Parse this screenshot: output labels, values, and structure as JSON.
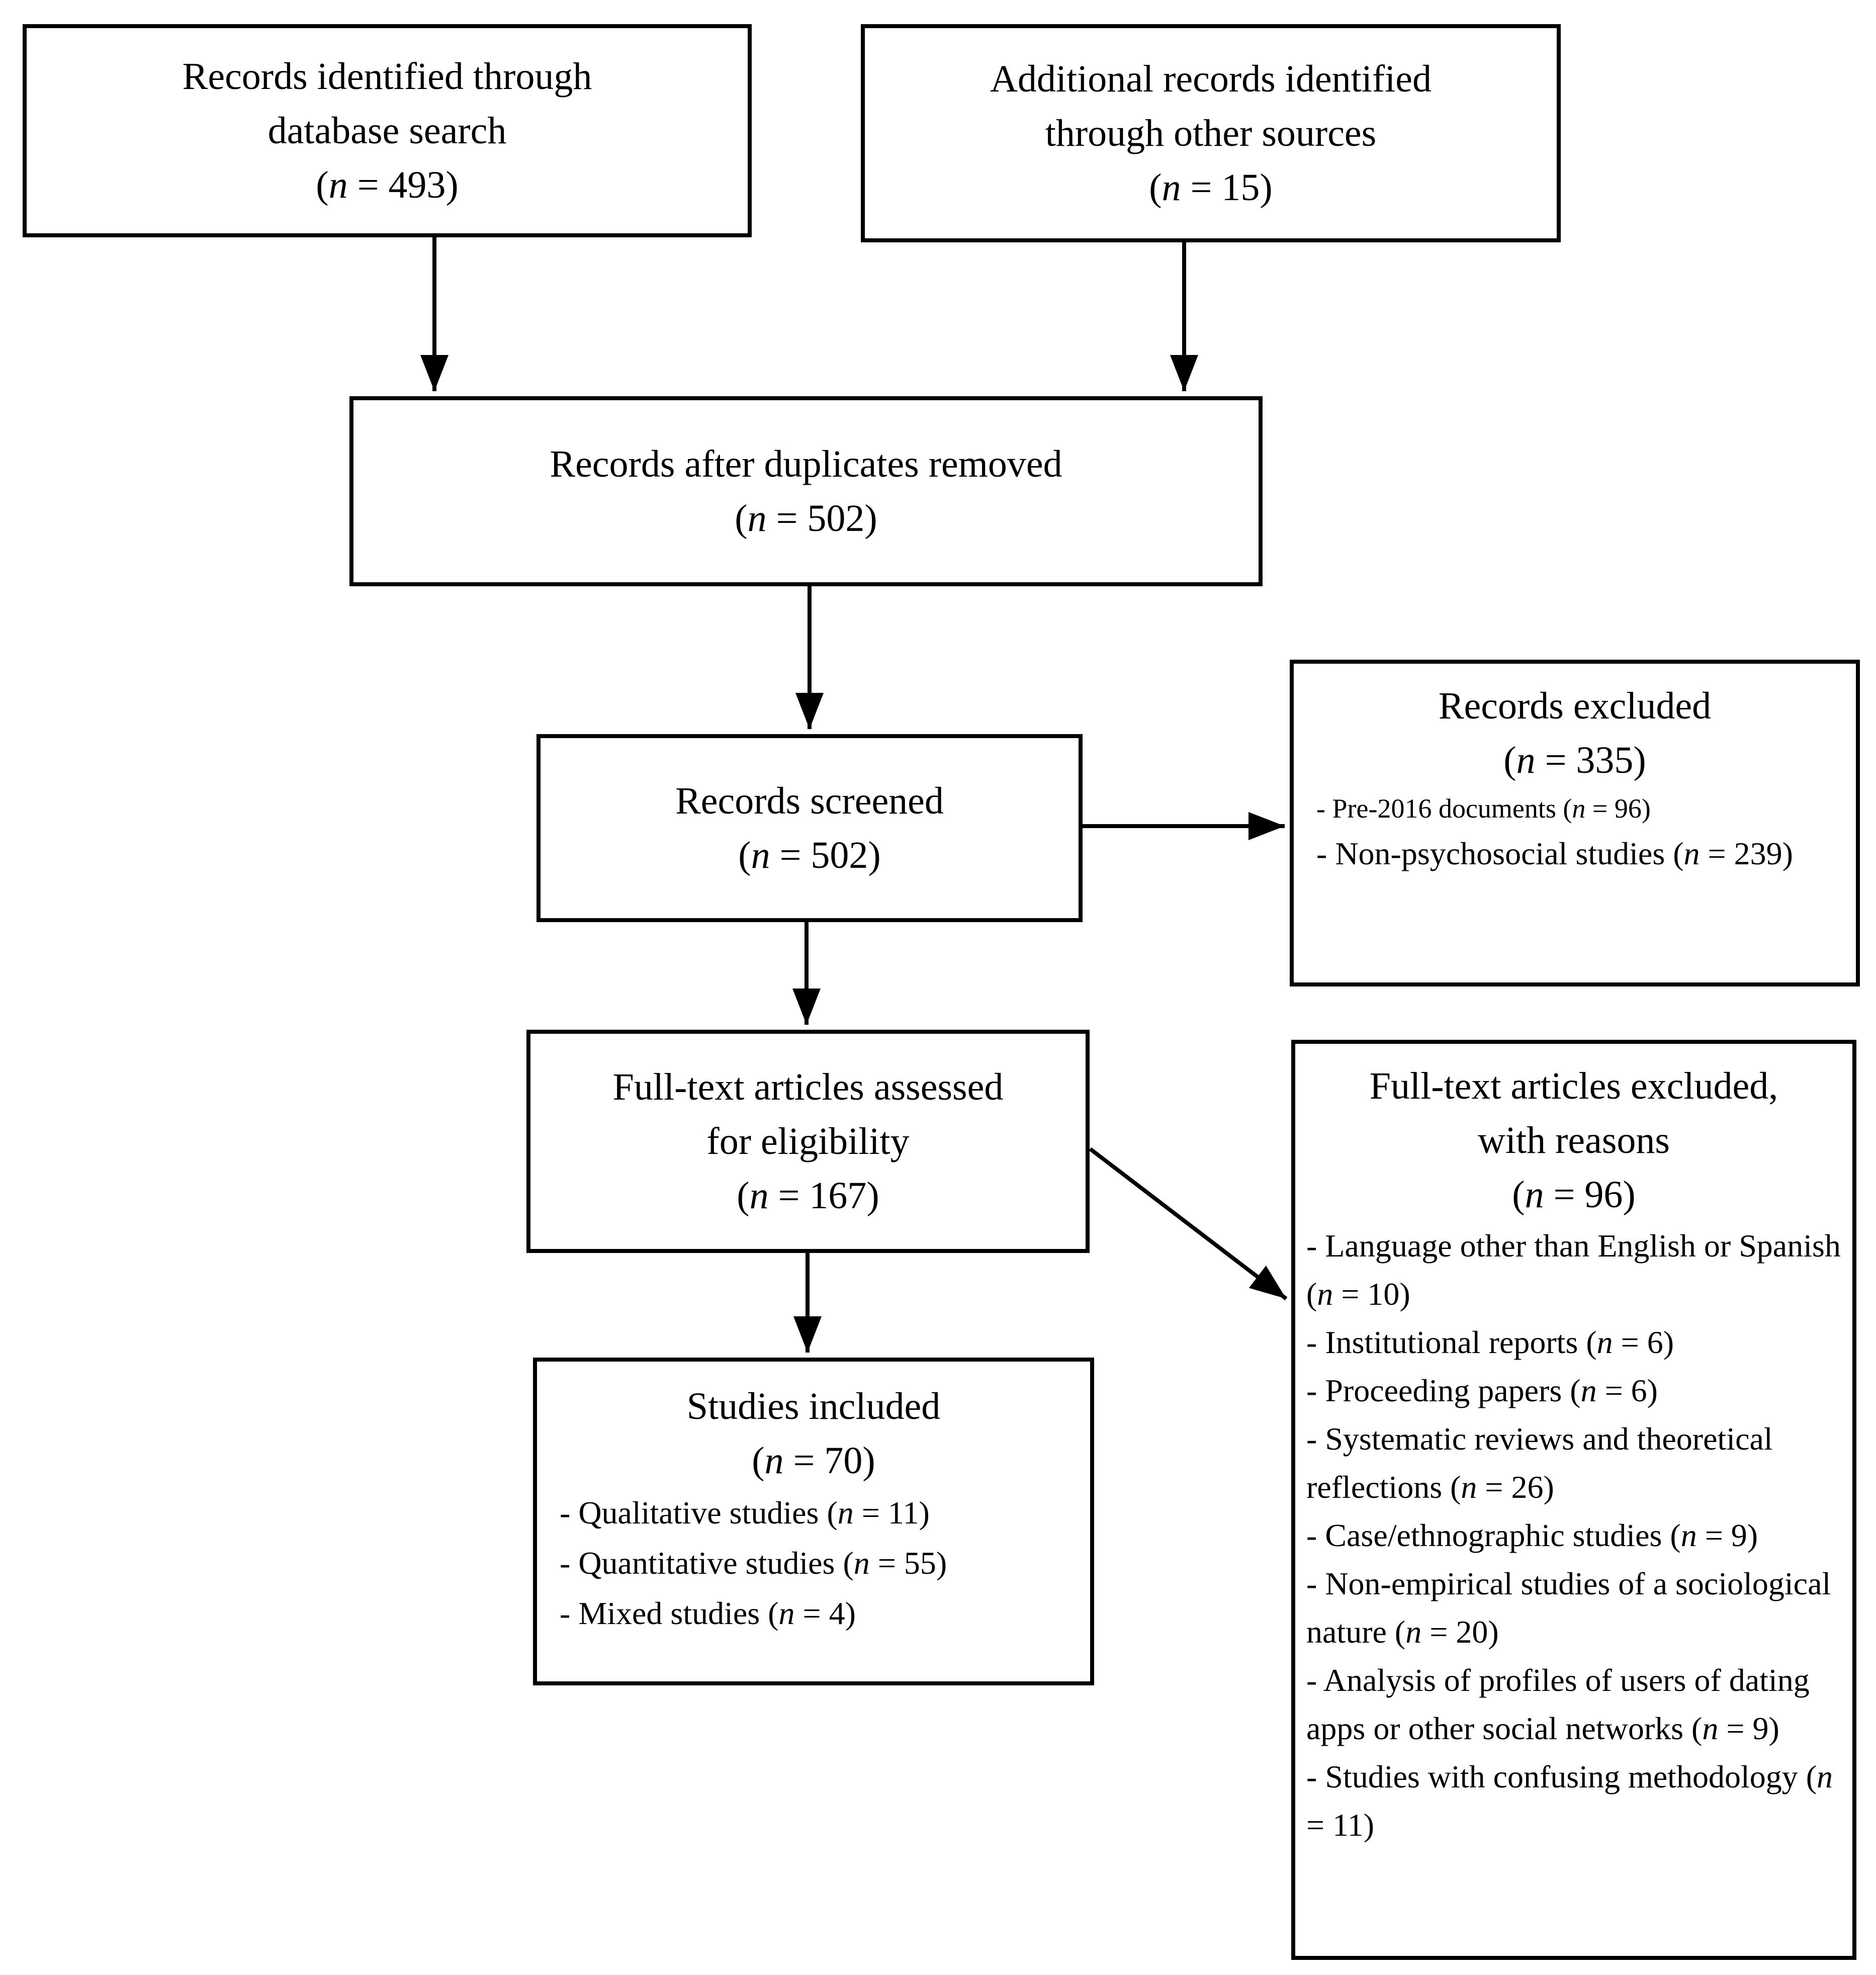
{
  "colors": {
    "ink": "#000000",
    "background": "#ffffff"
  },
  "diagram": {
    "kind": "PRISMA flow diagram",
    "boxes": {
      "identified": {
        "lines": [
          "Records identified through",
          "database search",
          "(n = 493)"
        ]
      },
      "additional": {
        "lines": [
          "Additional records identified",
          "through other sources",
          "(n = 15)"
        ]
      },
      "deduplicated": {
        "lines": [
          "Records after duplicates removed",
          "(n = 502)"
        ]
      },
      "screened": {
        "lines": [
          "Records screened",
          "(n = 502)"
        ]
      },
      "records_excluded": {
        "title": "Records excluded",
        "count": "(n = 335)",
        "reasons": [
          "- Pre-2016 documents (n = 96)",
          "- Non-psychosocial studies (n = 239)"
        ]
      },
      "fulltext_assessed": {
        "lines": [
          "Full-text articles assessed",
          "for eligibility",
          "(n = 167)"
        ]
      },
      "fulltext_excluded": {
        "title_lines": [
          "Full-text articles excluded,",
          "with reasons"
        ],
        "count": "(n = 96)",
        "reasons": [
          "- Language other than English or Spanish (n = 10)",
          "- Institutional reports (n = 6)",
          "- Proceeding papers (n = 6)",
          "- Systematic reviews and theoretical reflections (n = 26)",
          "- Case/ethnographic studies (n = 9)",
          "- Non-empirical studies of a sociological nature (n = 20)",
          "- Analysis of profiles of users of dating apps or other social networks (n = 9)",
          "- Studies with confusing methodology (n = 11)"
        ]
      },
      "included": {
        "title": "Studies included",
        "count": "(n = 70)",
        "breakdown": [
          "- Qualitative studies (n = 11)",
          "- Quantitative studies (n = 55)",
          "- Mixed studies (n = 4)"
        ]
      }
    }
  }
}
